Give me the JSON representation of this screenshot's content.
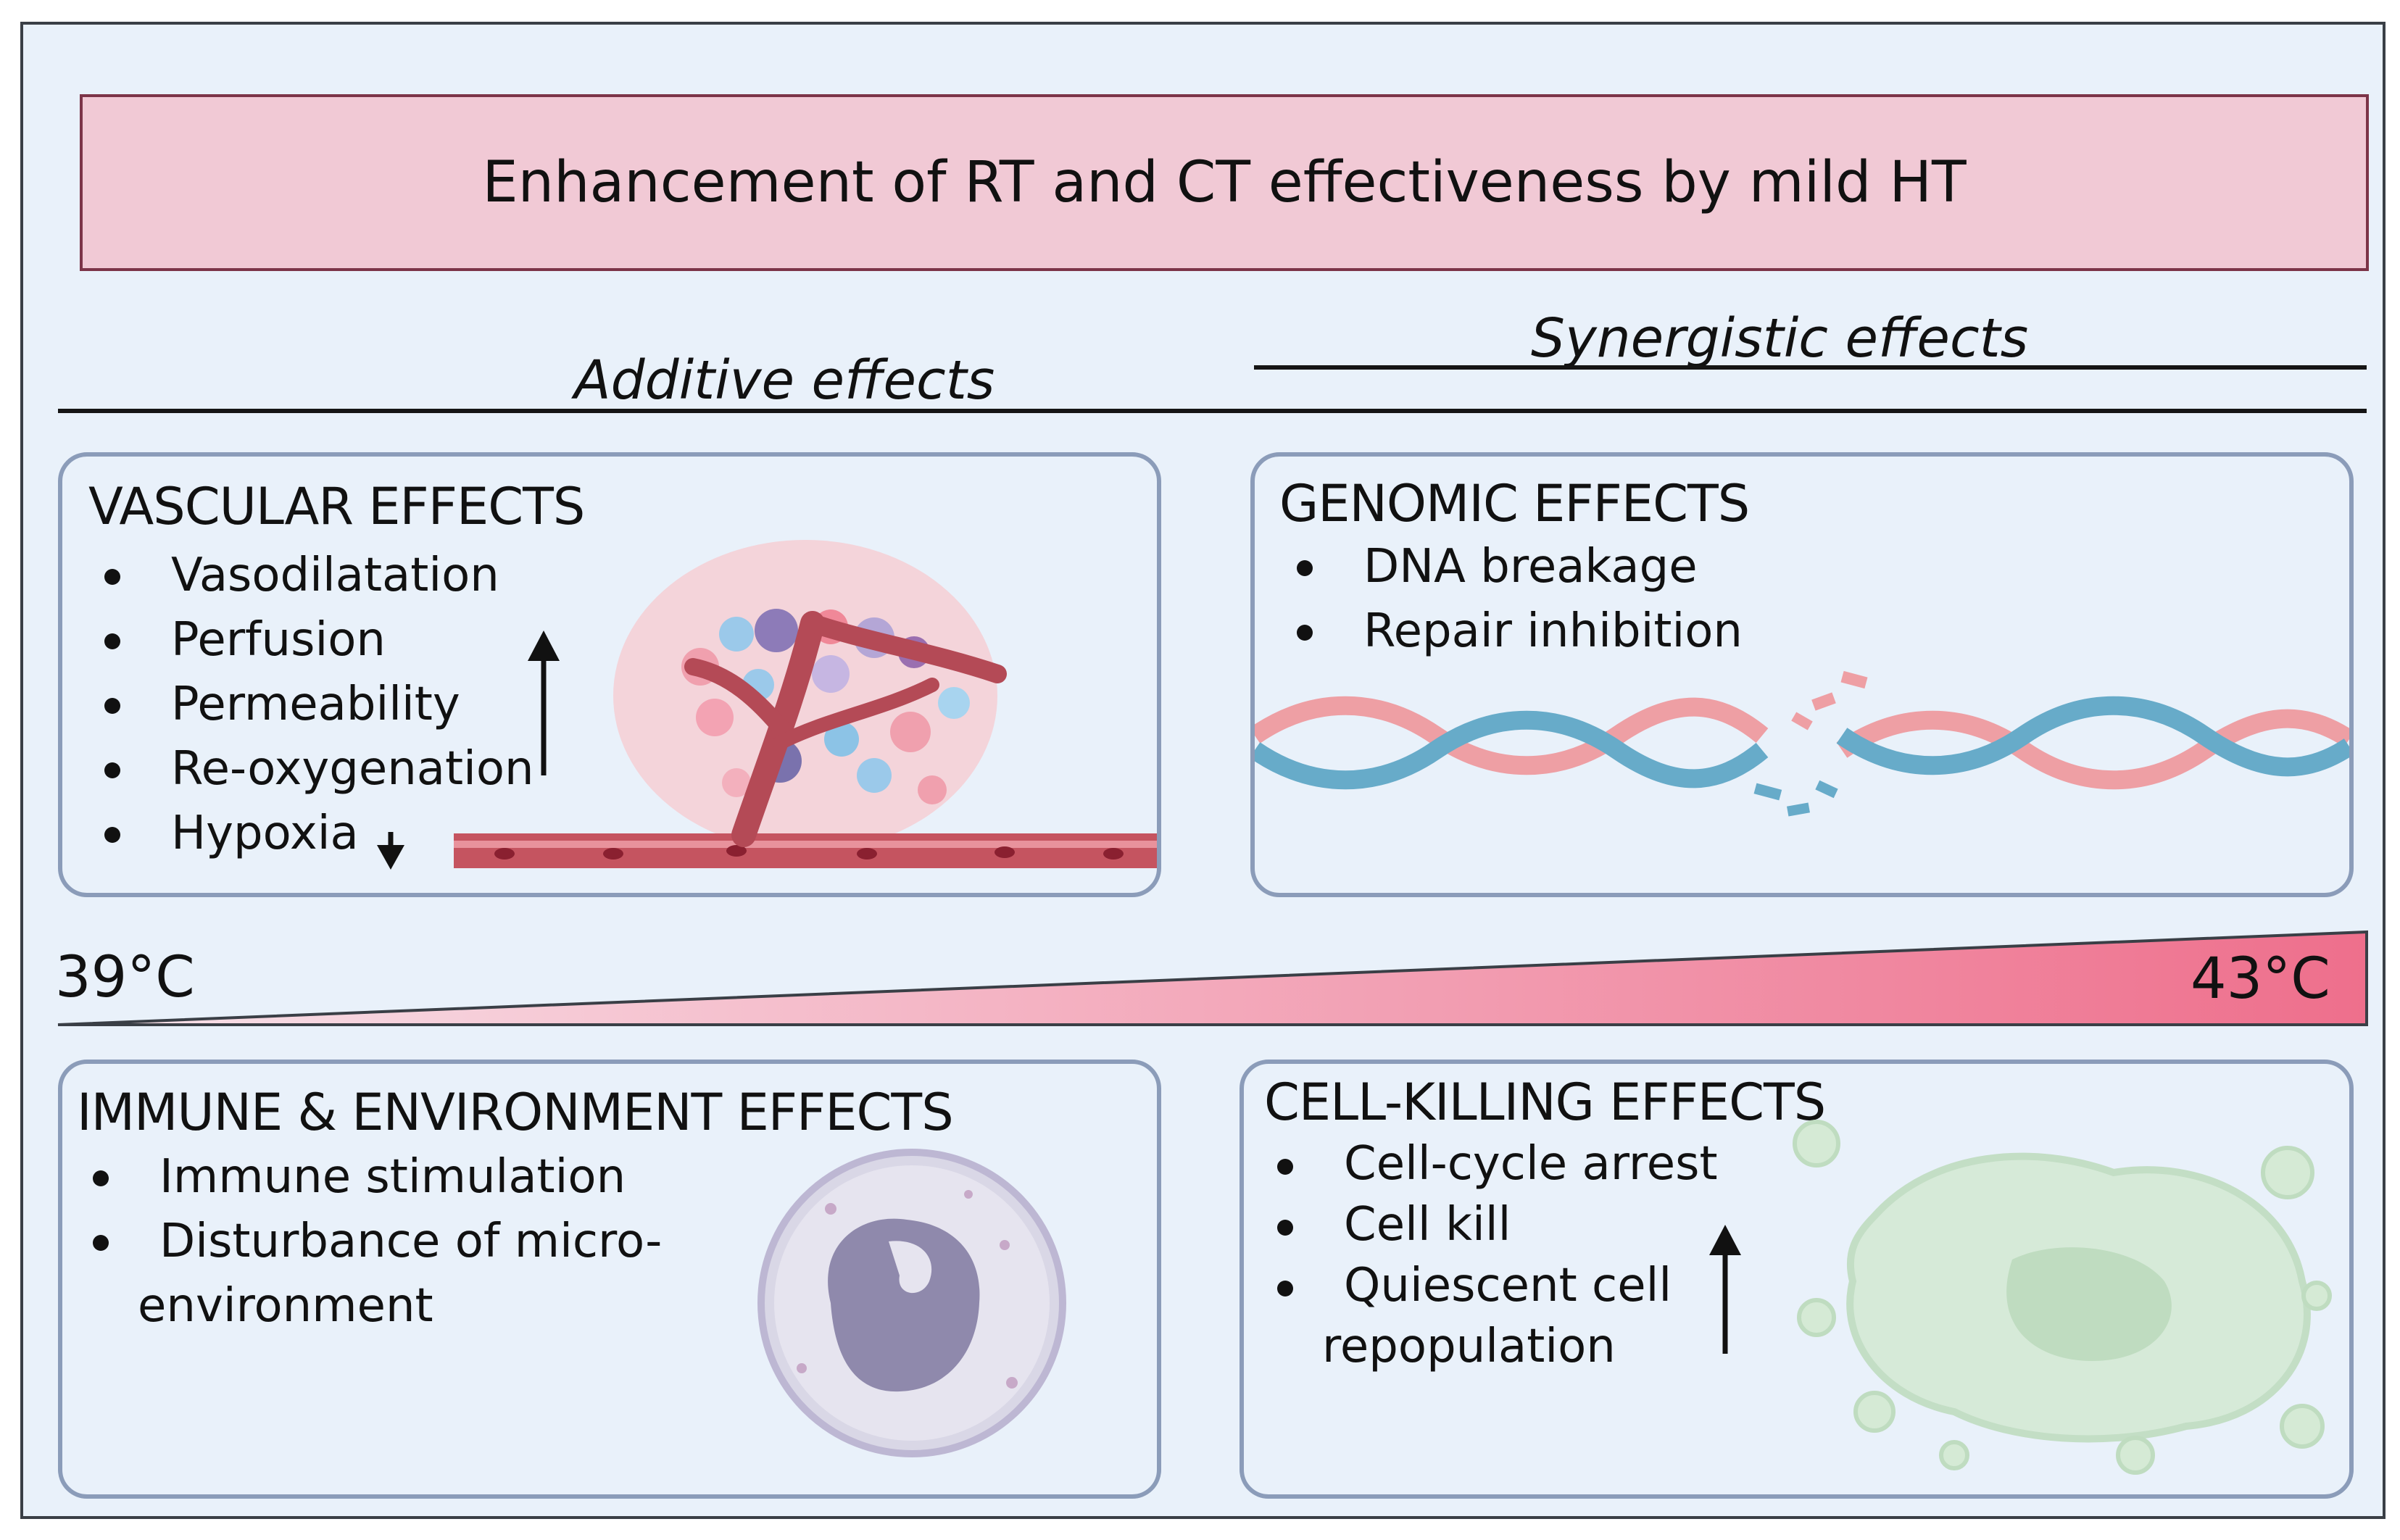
{
  "title": "Enhancement of RT and CT effectiveness by mild HT",
  "headers": {
    "additive": "Additive effects",
    "synergistic": "Synergistic effects"
  },
  "panels": {
    "vascular": {
      "title": "VASCULAR EFFECTS",
      "items": [
        "Vasodilatation",
        "Perfusion",
        "Permeability",
        "Re-oxygenation",
        "Hypoxia"
      ],
      "arrow_up": "up-arrow-icon",
      "arrow_down": "down-arrow-icon"
    },
    "genomic": {
      "title": "GENOMIC EFFECTS",
      "items": [
        "DNA breakage",
        "Repair inhibition"
      ]
    },
    "immune": {
      "title": "IMMUNE & ENVIRONMENT EFFECTS",
      "items": [
        "Immune stimulation",
        "Disturbance of micro-"
      ],
      "continuation": "environment"
    },
    "cellkill": {
      "title": "CELL-KILLING EFFECTS",
      "items": [
        "Cell-cycle arrest",
        "Cell kill",
        "Quiescent cell"
      ],
      "continuation": "repopulation"
    }
  },
  "temperature": {
    "low": "39°C",
    "high": "43°C"
  },
  "colors": {
    "background": "#e9f1fa",
    "title_fill": "#f1c9d5",
    "title_border": "#7c3448",
    "panel_border": "#8b9cb9",
    "gradient_start": "#f8e3ea",
    "gradient_end": "#ee6f8c",
    "dna_pink": "#ee9fa4",
    "dna_blue": "#67abc9"
  }
}
